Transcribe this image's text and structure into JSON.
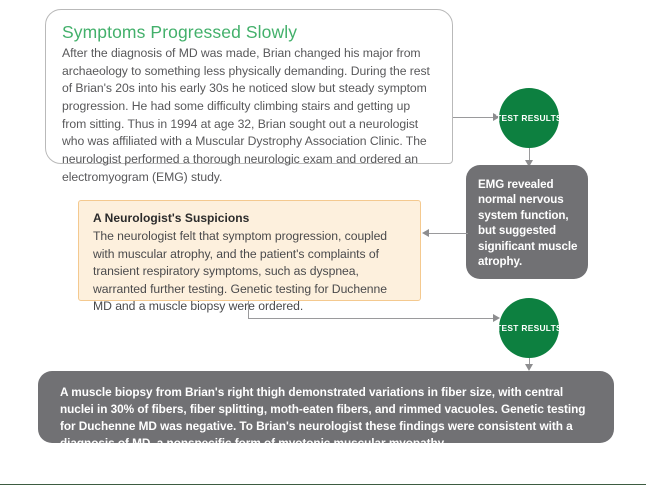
{
  "panel_one": {
    "title": "Symptoms Progressed Slowly",
    "body": "After the diagnosis of MD was made, Brian changed his major from archaeology to something less physically demanding. During the rest of Brian's 20s into his early 30s he noticed slow but steady symptom progression. He had some difficulty climbing stairs and getting up from sitting. Thus in 1994 at age 32, Brian sought out a neurologist who was affiliated with a Muscular Dystrophy Association Clinic. The neurologist performed a thorough neurologic exam and ordered an electromyogram (EMG) study."
  },
  "panel_two": {
    "title": "A Neurologist's Suspicions",
    "body": "The neurologist felt that symptom progression, coupled with muscular atrophy, and the patient's complaints of transient respiratory symptoms, such as dyspnea, warranted further testing. Genetic testing for Duchenne MD and a muscle biopsy were ordered."
  },
  "nodes": {
    "test_results_label_1": "TEST RESULTS",
    "test_results_label_2": "TEST RESULTS"
  },
  "results": {
    "emg": "EMG revealed normal nervous system function, but suggested significant muscle atrophy.",
    "biopsy": "A muscle biopsy from Brian's right thigh demonstrated variations in fiber size, with central nuclei in 30% of fibers, fiber splitting, moth-eaten fibers, and rimmed vacuoles. Genetic testing for Duchenne MD was negative. To Brian's neurologist these findings were consistent with a diagnosis of MD, a nonspecific form of myotonic muscular myopathy."
  },
  "colors": {
    "accent_green_title": "#43b06b",
    "node_green": "#0d8040",
    "result_gray": "#717174",
    "beige_fill": "#fdf0dd",
    "beige_border": "#f4c98f",
    "connector_gray": "#9a9a9c",
    "rule_green": "#3d5c41"
  }
}
